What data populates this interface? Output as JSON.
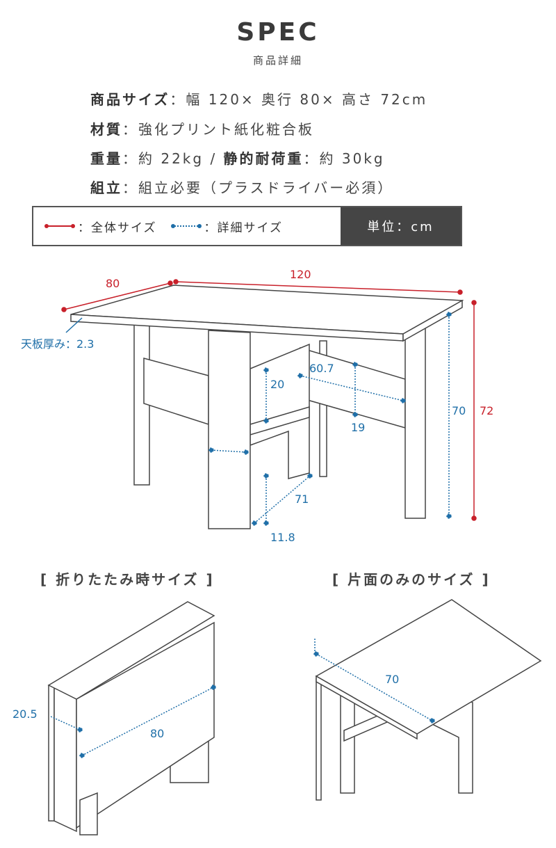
{
  "header": {
    "title": "SPEC",
    "subtitle": "商品詳細"
  },
  "specs": [
    {
      "label": "商品サイズ",
      "value": "：幅 120× 奥行 80× 高さ 72cm"
    },
    {
      "label": "材質",
      "value": "：強化プリント紙化粧合板"
    },
    {
      "label": "重量",
      "value": "：約 22kg / ",
      "label2": "静的耐荷重",
      "value2": "：約 30kg"
    },
    {
      "label": "組立",
      "value": "：組立必要（プラスドライバー必須）"
    }
  ],
  "legend": {
    "overall": "：全体サイズ",
    "detail": "：詳細サイズ",
    "unit": "単位：cm"
  },
  "colors": {
    "overall": "#c8202a",
    "detail": "#1f6fa8",
    "line": "#444444"
  },
  "main_dims": {
    "depth": "80",
    "width": "120",
    "top_thickness": "天板厚み：2.3",
    "inner_height": "20",
    "inner_width": "60.7",
    "inner_depth": "19",
    "leg_height": "70",
    "total_height": "72",
    "pillar_depth": "71",
    "pillar_width": "11.8"
  },
  "folded": {
    "title": "[ 折りたたみ時サイズ ]",
    "width": "20.5",
    "depth": "80"
  },
  "single": {
    "title": "[ 片面のみのサイズ ]",
    "depth": "70"
  }
}
